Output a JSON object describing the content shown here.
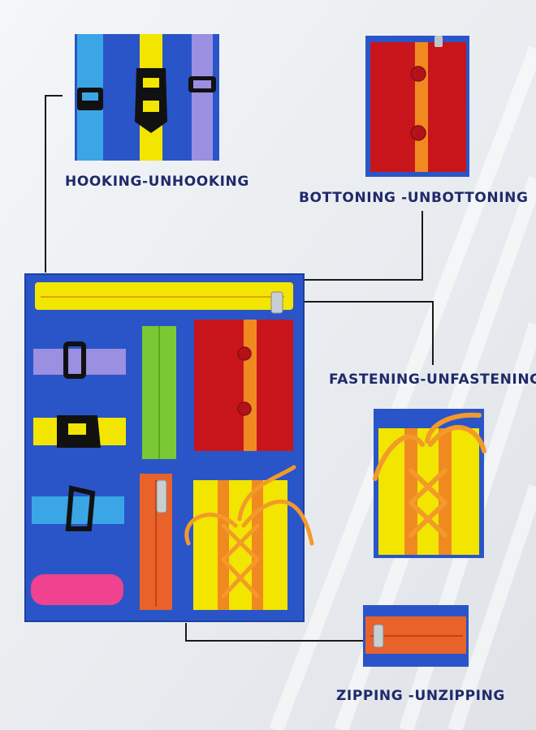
{
  "labels": {
    "hooking": "HOOKING-UNHOOKING",
    "buttoning": "BOTTONING -UNBOTTONING",
    "fastening": "FASTENING-UNFASTENING",
    "zipping": "ZIPPING -UNZIPPING"
  },
  "colors": {
    "text": "#1f2a6b",
    "felt_blue": "#2a55c8",
    "yellow": "#f2e500",
    "red": "#c8151b",
    "orange": "#f08a20",
    "green": "#7ac833",
    "purple": "#9a8fe0",
    "cyan": "#3aa6e6",
    "pink": "#f0428f",
    "zip_orange": "#e9622a"
  }
}
